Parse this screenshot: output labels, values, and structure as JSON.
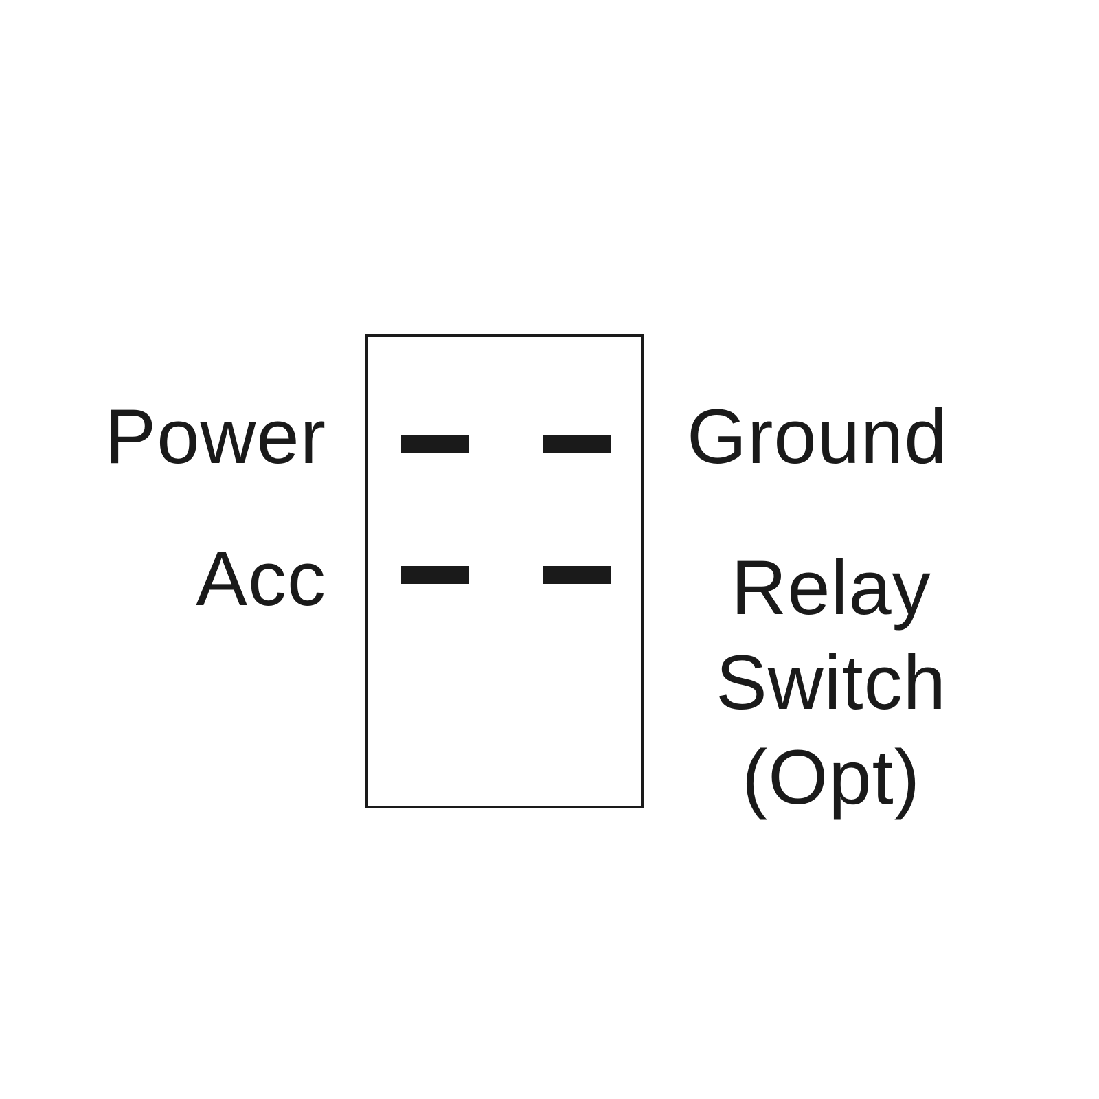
{
  "diagram": {
    "labels": {
      "power": "Power",
      "acc": "Acc",
      "ground": "Ground",
      "relay_line1": "Relay",
      "relay_line2": "Switch",
      "relay_line3": "(Opt)"
    },
    "colors": {
      "line": "#1a1a1a",
      "background": "#ffffff"
    }
  }
}
